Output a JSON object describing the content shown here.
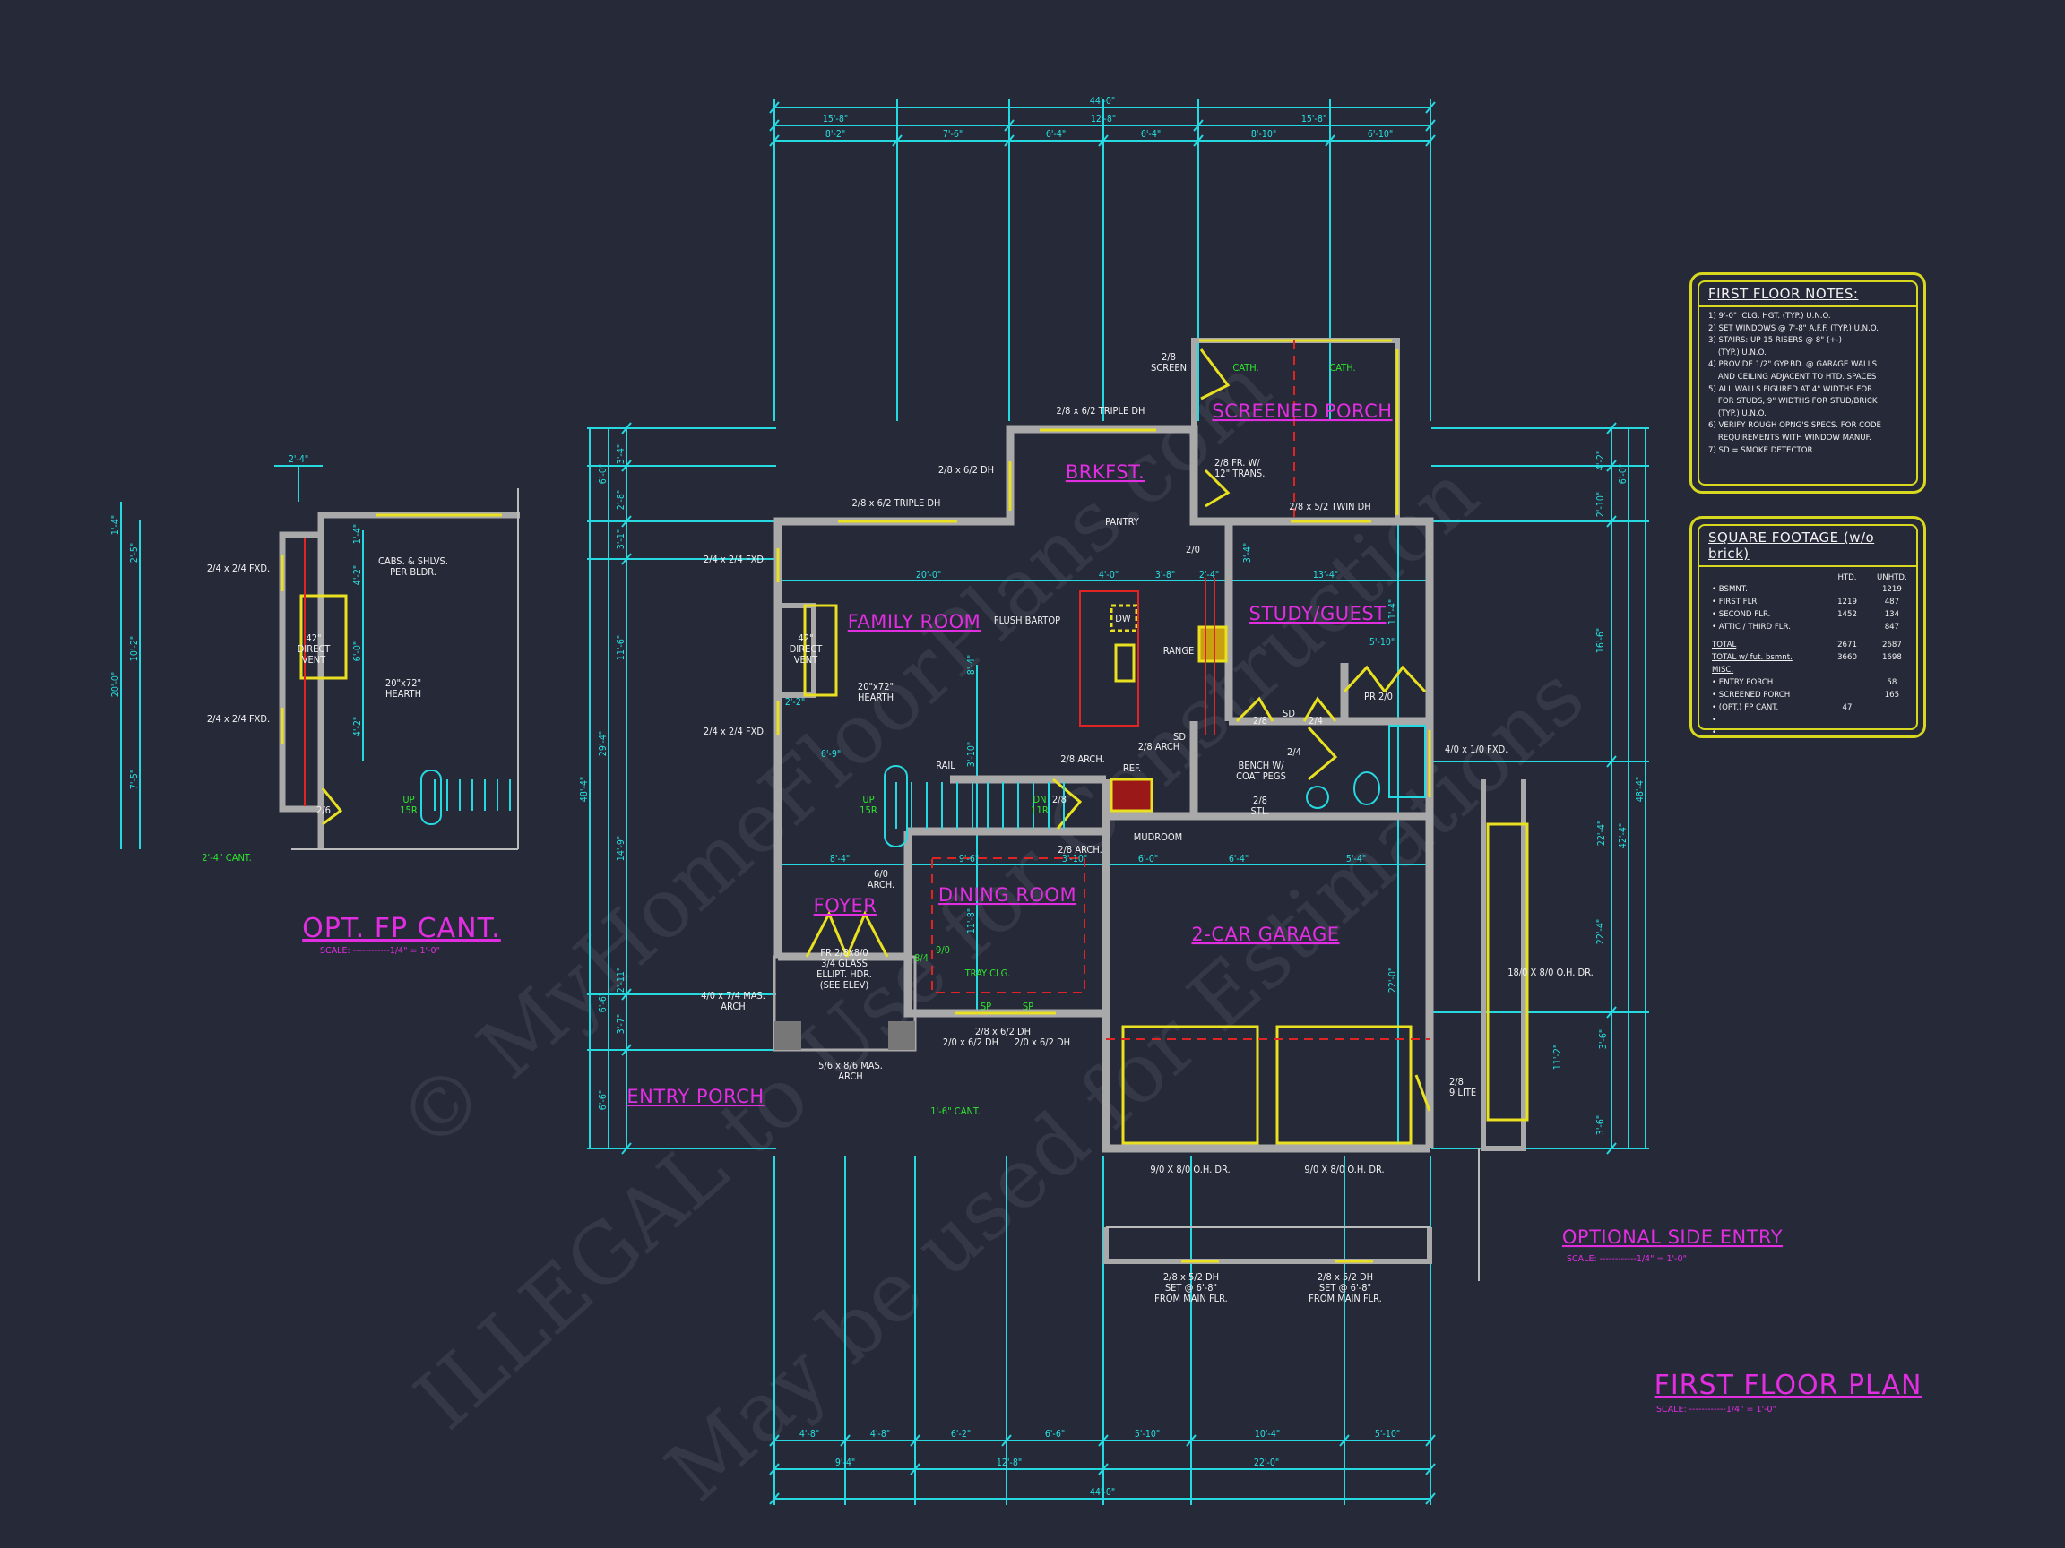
{
  "sheet": {
    "title": "FIRST FLOOR PLAN",
    "scale": "SCALE: ------------1/4\" = 1'-0\""
  },
  "rooms": {
    "screened_porch": "SCREENED PORCH",
    "brkfst": "BRKFST.",
    "family_room": "FAMILY ROOM",
    "study_guest": "STUDY/GUEST",
    "foyer": "FOYER",
    "dining_room": "DINING ROOM",
    "garage": "2-CAR GARAGE",
    "mudroom": "MUDROOM",
    "entry_porch": "ENTRY PORCH"
  },
  "annotations": {
    "brkfst_window": "2/8 x 6/2 TRIPLE DH",
    "screen_door": [
      "2/8",
      "SCREEN"
    ],
    "cath_1": "CATH.",
    "cath_2": "CATH.",
    "fr_door": [
      "2/8 FR. W/",
      "12\" TRANS."
    ],
    "twin_dh": "2/8 x 5/2 TWIN DH",
    "pantry": "PANTRY",
    "pantry_door": "2/0",
    "brkfst_side_window": "2/8 x 6/2 DH",
    "family_window": "2/8 x 6/2 TRIPLE DH",
    "fxd_1": "2/4 x 2/4 FXD.",
    "fxd_2": "2/4 x 2/4 FXD.",
    "direct_vent": [
      "42\"",
      "DIRECT",
      "VENT"
    ],
    "hearth": [
      "20\"x72\"",
      "HEARTH"
    ],
    "flush_bartop": "FLUSH BARTOP",
    "dw": "DW",
    "range": "RANGE",
    "door_28": "2/8",
    "sd_1": "SD",
    "door_24": "2/4",
    "pr_20": "PR 2/0",
    "door_24b": "2/4",
    "arch_1": "2/8 ARCH.",
    "arch_2": "2/8  ARCH",
    "sd_2": "SD",
    "ref": "REF.",
    "bench": [
      "BENCH W/",
      "COAT PEGS"
    ],
    "stl": [
      "2/8",
      "STL."
    ],
    "rail": "RAIL",
    "up": [
      "UP",
      "15R"
    ],
    "dn": [
      "DN",
      "11R"
    ],
    "door_28b": "2/8",
    "arch_3": "2/8  ARCH.",
    "arch_60": [
      "6/0",
      "ARCH."
    ],
    "ceil_90": "9/0",
    "ceil_84": "8/4",
    "front_door": [
      "FR 2/8x8/0",
      "3/4 GLASS",
      "ELLIPT. HDR.",
      "(SEE ELEV)"
    ],
    "tray": "TRAY CLG.",
    "sp_1": "SP",
    "sp_2": "SP",
    "mas_arch_1": [
      "4/0 x 7/4 MAS.",
      "ARCH"
    ],
    "dining_dh": "2/8 x 6/2 DH",
    "dining_dh_l": "2/0 x 6/2 DH",
    "dining_dh_r": "2/0 x 6/2 DH",
    "mas_arch_2": [
      "5/6 x 8/6 MAS.",
      "ARCH"
    ],
    "cant": "1'-6\" CANT.",
    "oh_1": "9/0 X 8/0 O.H. DR.",
    "oh_2": "9/0 X 8/0 O.H. DR.",
    "lite": [
      "2/8",
      "9 LITE"
    ],
    "fxd_41": "4/0 x 1/0 FXD.",
    "oh_18": "18/0 X 8/0 O.H. DR.",
    "garage_dh_1": [
      "2/8 x 5/2 DH",
      "SET @ 6'-8\"",
      "FROM MAIN FLR."
    ],
    "garage_dh_2": [
      "2/8 x 5/2 DH",
      "SET @ 6'-8\"",
      "FROM MAIN FLR."
    ]
  },
  "opt_fp_cant": {
    "title": "OPT. FP CANT.",
    "scale": "SCALE: ------------1/4\" = 1'-0\"",
    "fxd_1": "2/4 x 2/4 FXD.",
    "fxd_2": "2/4 x 2/4 FXD.",
    "cabs": [
      "CABS. & SHLVS.",
      "PER BLDR."
    ],
    "direct_vent": [
      "42\"",
      "DIRECT",
      "VENT"
    ],
    "hearth": [
      "20\"x72\"",
      "HEARTH"
    ],
    "door": "2/6",
    "up": [
      "UP",
      "15R"
    ],
    "cant": "2'-4\" CANT.",
    "dims": [
      "2'-4\"",
      "1'-4\"",
      "2'-5\"",
      "10'-2\"",
      "20'-0\"",
      "7'-5\"",
      "1'-4\"",
      "4'-2\"",
      "6'-0\"",
      "4'-2\""
    ]
  },
  "optional_side_entry": {
    "title": "OPTIONAL SIDE ENTRY",
    "scale": "SCALE: ------------1/4\" = 1'-0\""
  },
  "dimensions": {
    "top": {
      "overall": "44'-0\"",
      "mid": [
        "15'-8\"",
        "12'-8\"",
        "15'-8\""
      ],
      "detail": [
        "8'-2\"",
        "7'-6\"",
        "6'-4\"",
        "6'-4\"",
        "8'-10\"",
        "6'-10\""
      ]
    },
    "bottom": {
      "overall": "44'-0\"",
      "mid": [
        "9'-4\"",
        "12'-8\"",
        "22'-0\""
      ],
      "detail": [
        "4'-8\"",
        "4'-8\"",
        "6'-2\"",
        "6'-6\"",
        "5'-10\"",
        "10'-4\"",
        "5'-10\""
      ]
    },
    "left": [
      "6'-0\"",
      "3'-4\"",
      "2'-8\"",
      "3'-1\"",
      "11'-6\"",
      "29'-4\"",
      "48'-4\"",
      "14'-9\"",
      "2'-11\"",
      "3'-7\"",
      "6'-6\"",
      "6'-6\""
    ],
    "right": [
      "4'-2\"",
      "6'-0\"",
      "2'-10\"",
      "16'-6\"",
      "42'-4\"",
      "48'-4\"",
      "22'-4\"",
      "3'-6\""
    ],
    "interior": [
      "20'-0\"",
      "4'-0\"",
      "3'-8\"",
      "2'-4\"",
      "13'-4\"",
      "5'-10\"",
      "2'-2\"",
      "6'-9\"",
      "8'-4\"",
      "9'-6\"",
      "3'-10\"",
      "6'-0\"",
      "6'-4\"",
      "5'-4\"",
      "8'-4\"",
      "3'-10\"",
      "11'-8\"",
      "22'-0\"",
      "3'-4\"",
      "11'-4\"",
      "11'-2\"",
      "3'-6\"",
      "22'-4\""
    ]
  },
  "notes": {
    "title": "FIRST FLOOR NOTES:",
    "lines": [
      "1) 9'-0\"  CLG. HGT. (TYP.) U.N.O.",
      "2) SET WINDOWS @ 7'-8\" A.F.F. (TYP.) U.N.O.",
      "3) STAIRS: UP 15 RISERS @ 8\" (+-)",
      "    (TYP.) U.N.O.",
      "4) PROVIDE 1/2\" GYP.BD. @ GARAGE WALLS",
      "    AND CEILING ADJACENT TO HTD. SPACES",
      "5) ALL WALLS FIGURED AT 4\" WIDTHS FOR",
      "    FOR STUDS, 9\" WIDTHS FOR STUD/BRICK",
      "    (TYP.) U.N.O.",
      "6) VERIFY ROUGH OPNG'S.SPECS. FOR CODE",
      "    REQUIREMENTS WITH WINDOW MANUF.",
      "7) SD = SMOKE DETECTOR"
    ]
  },
  "square_footage": {
    "title": "SQUARE FOOTAGE (w/o brick)",
    "headers": [
      "HTD.",
      "UNHTD."
    ],
    "rows": [
      {
        "label": "• BSMNT.",
        "htd": "",
        "unhtd": "1219"
      },
      {
        "label": "• FIRST FLR.",
        "htd": "1219",
        "unhtd": "487"
      },
      {
        "label": "• SECOND FLR.",
        "htd": "1452",
        "unhtd": "134"
      },
      {
        "label": "• ATTIC / THIRD FLR.",
        "htd": "",
        "unhtd": "847"
      },
      {
        "label": "TOTAL",
        "htd": "2671",
        "unhtd": "2687"
      },
      {
        "label": "TOTAL w/ fut. bsmnt.",
        "htd": "3660",
        "unhtd": "1698"
      },
      {
        "label": "MISC.",
        "htd": "",
        "unhtd": ""
      },
      {
        "label": "• ENTRY PORCH",
        "htd": "",
        "unhtd": "58"
      },
      {
        "label": "• SCREENED PORCH",
        "htd": "",
        "unhtd": "165"
      },
      {
        "label": "• (OPT.) FP CANT.",
        "htd": "47",
        "unhtd": ""
      },
      {
        "label": "•",
        "htd": "",
        "unhtd": ""
      },
      {
        "label": "•",
        "htd": "",
        "unhtd": ""
      }
    ]
  },
  "watermark": [
    "© MyHomeFloorPlans.com",
    "ILLEGAL to Use for Construction",
    "May be used for Estimations"
  ],
  "colors": {
    "background": "#262938",
    "dimension": "#26d8e0",
    "room_label": "#e02ee0",
    "window": "#e8e020",
    "wall": "#a9a9a9",
    "note_green": "#2ee62e",
    "ceiling_red": "#e02424"
  }
}
